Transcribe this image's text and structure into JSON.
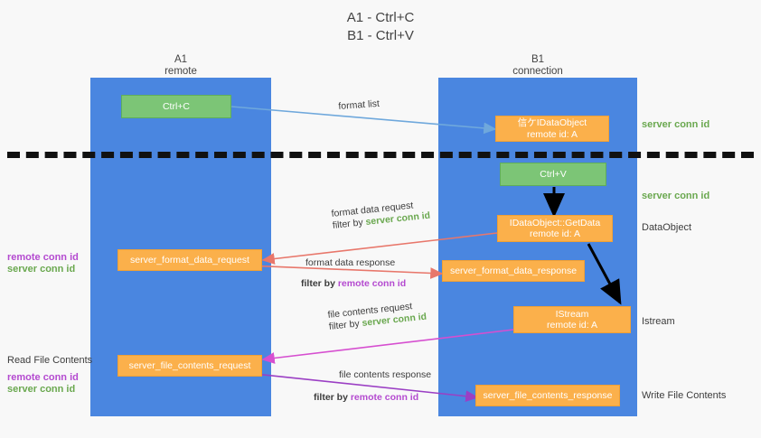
{
  "title": "A1 - Ctrl+C\nB1 - Ctrl+V",
  "lanes": {
    "left": {
      "name": "A1",
      "sub": "remote",
      "header": "A1\nremote"
    },
    "right": {
      "name": "B1",
      "sub": "connection",
      "header": "B1\nconnection"
    }
  },
  "colors": {
    "lane": "#4a86e0",
    "green_box": "#7cc576",
    "orange_box": "#fbb04b",
    "server_conn_id": "#6aa84f",
    "remote_conn_id": "#b44ad0",
    "arrow_blue": "#6fa8dc",
    "arrow_red": "#e8776b",
    "arrow_magenta": "#d64fd0",
    "arrow_purple": "#9b3fc4",
    "arrow_black": "#000000",
    "background": "#f8f8f8",
    "divider": "#111111"
  },
  "boxes": {
    "ctrl_c": "Ctrl+C",
    "ctrl_v": "Ctrl+V",
    "idataobject": "信ケIDataObject\nremote id: A",
    "getdata": "IDataObject::GetData\nremote id: A",
    "istream": "IStream\nremote id: A",
    "server_format_data_request": "server_format_data_request",
    "server_format_data_response": "server_format_data_response",
    "server_file_contents_request": "server_file_contents_request",
    "server_file_contents_response": "server_file_contents_response"
  },
  "arrow_labels": {
    "format_list": "format list",
    "format_data_request": "format data request",
    "format_data_response": "format data response",
    "file_contents_request": "file contents request",
    "file_contents_response": "file contents response",
    "filter_by": "filter by ",
    "server_conn_id": "server conn id",
    "remote_conn_id": "remote conn id"
  },
  "right_labels": {
    "server_conn_id_top": "server conn id",
    "server_conn_id_mid": "server conn id",
    "dataobject": "DataObject",
    "istream": "Istream",
    "write_file_contents": "Write File Contents"
  },
  "left_labels": {
    "remote_conn_id_1": "remote conn id",
    "server_conn_id_1": "server conn id",
    "read_file_contents": "Read File Contents",
    "remote_conn_id_2": "remote conn id",
    "server_conn_id_2": "server conn id"
  }
}
